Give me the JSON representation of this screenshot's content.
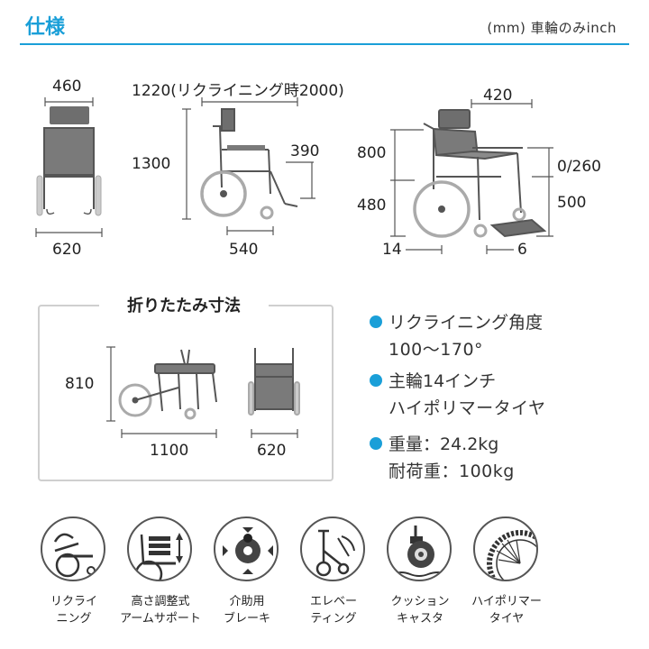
{
  "header": {
    "title": "仕様",
    "unit_note": "(mm) 車輪のみinch"
  },
  "dimensions": {
    "front_width_top": "460",
    "front_width_bottom": "620",
    "side_length": "1220(リクライニング時2000)",
    "side_height": "1300",
    "side_footrest": "390",
    "side_base": "540",
    "angled_depth": "420",
    "angled_height_top": "800",
    "angled_height_seat": "480",
    "angled_armrest": "0/260",
    "angled_seat_to_floor": "500",
    "main_wheel": "14",
    "caster": "6"
  },
  "folding": {
    "title": "折りたたみ寸法",
    "height": "810",
    "length": "1100",
    "width": "620"
  },
  "specs": [
    {
      "line1": "リクライニング角度",
      "line2": "100〜170°"
    },
    {
      "line1": "主輪14インチ",
      "line2": "ハイポリマータイヤ"
    },
    {
      "line1": "重量：24.2kg",
      "line2": "耐荷重：100kg"
    }
  ],
  "features": [
    {
      "icon": "reclining-icon",
      "line1": "リクライ",
      "line2": "ニング"
    },
    {
      "icon": "height-adjust-armrest-icon",
      "line1": "高さ調整式",
      "line2": "アームサポート"
    },
    {
      "icon": "caregiver-brake-icon",
      "line1": "介助用",
      "line2": "ブレーキ"
    },
    {
      "icon": "elevating-legrest-icon",
      "line1": "エレベー",
      "line2": "ティング"
    },
    {
      "icon": "cushion-caster-icon",
      "line1": "クッション",
      "line2": "キャスタ"
    },
    {
      "icon": "high-polymer-tire-icon",
      "line1": "ハイポリマー",
      "line2": "タイヤ"
    }
  ],
  "colors": {
    "accent": "#1a9fd8",
    "frame": "#555555",
    "wheel": "#aaaaaa",
    "seat": "#6e6e6e"
  }
}
